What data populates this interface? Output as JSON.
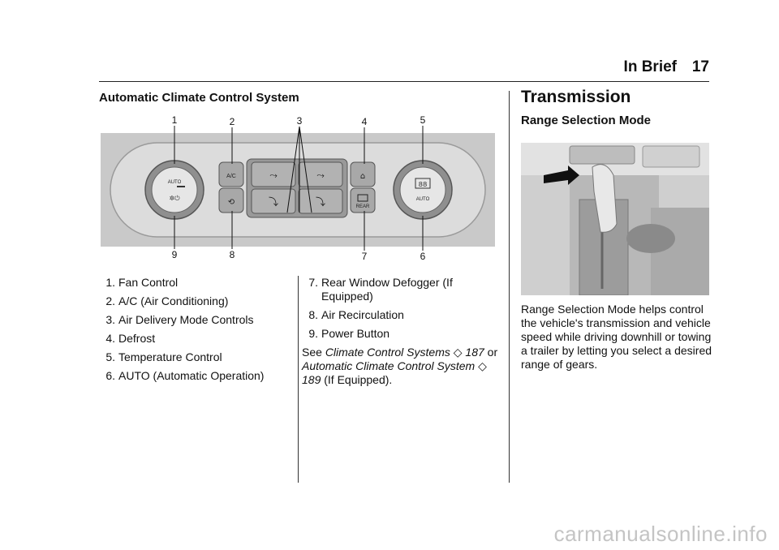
{
  "header": {
    "section": "In Brief",
    "page": "17"
  },
  "climate": {
    "title": "Automatic Climate Control System",
    "callouts_top": [
      "1",
      "2",
      "3",
      "4",
      "5"
    ],
    "callouts_bottom": [
      "9",
      "8",
      "7",
      "6"
    ],
    "button_labels": {
      "auto_knob": "AUTO",
      "ac": "A/C",
      "rear": "REAR",
      "auto_right": "AUTO"
    },
    "items": [
      {
        "num": "1.",
        "text": "Fan Control"
      },
      {
        "num": "2.",
        "text": "A/C (Air Conditioning)"
      },
      {
        "num": "3.",
        "text": "Air Delivery Mode Controls"
      },
      {
        "num": "4.",
        "text": "Defrost"
      },
      {
        "num": "5.",
        "text": "Temperature Control"
      },
      {
        "num": "6.",
        "text": "AUTO (Automatic Operation)"
      },
      {
        "num": "7.",
        "text": "Rear Window Defogger (If Equipped)"
      },
      {
        "num": "8.",
        "text": "Air Recirculation"
      },
      {
        "num": "9.",
        "text": "Power Button"
      }
    ],
    "see": {
      "prefix": "See",
      "link1": "Climate Control Systems",
      "page1": "187",
      "or": "or",
      "link2": "Automatic Climate Control System",
      "page2": "189",
      "suffix": "(If Equipped)."
    }
  },
  "transmission": {
    "title": "Transmission",
    "subtitle": "Range Selection Mode",
    "body": "Range Selection Mode helps control the vehicle's transmission and vehicle speed while driving downhill or towing a trailer by letting you select a desired range of gears."
  },
  "watermark": "carmanualsonline.info"
}
